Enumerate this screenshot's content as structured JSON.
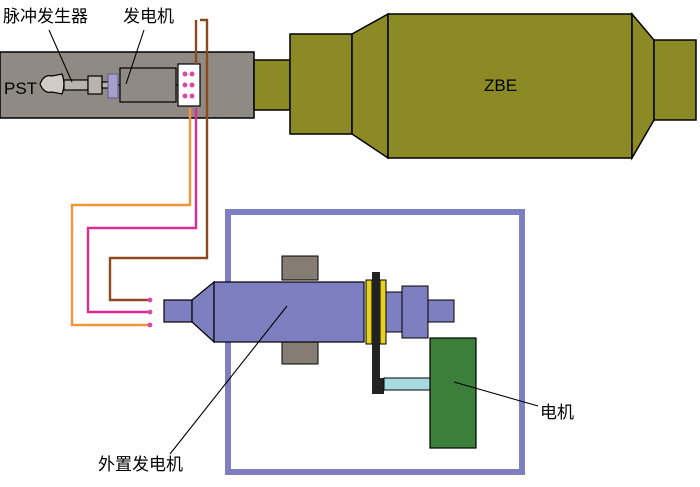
{
  "labels": {
    "pulser": "脉冲发生器",
    "generator": "发电机",
    "pst": "PST",
    "zbe": "ZBE",
    "motor": "电机",
    "external_generator": "外置发电机"
  },
  "colors": {
    "tool_body": "#8f8a84",
    "zbe_body": "#8c8a25",
    "frame": "#7e7fc0",
    "ext_generator": "#7e7fc0",
    "motor": "#3c7f3a",
    "shaft_block": "#857d74",
    "coupling": "#e8d21c",
    "wire_orange": "#f0953c",
    "wire_magenta": "#dc2c91",
    "wire_brown": "#8a4a1e",
    "axle": "#a7dbe0"
  }
}
